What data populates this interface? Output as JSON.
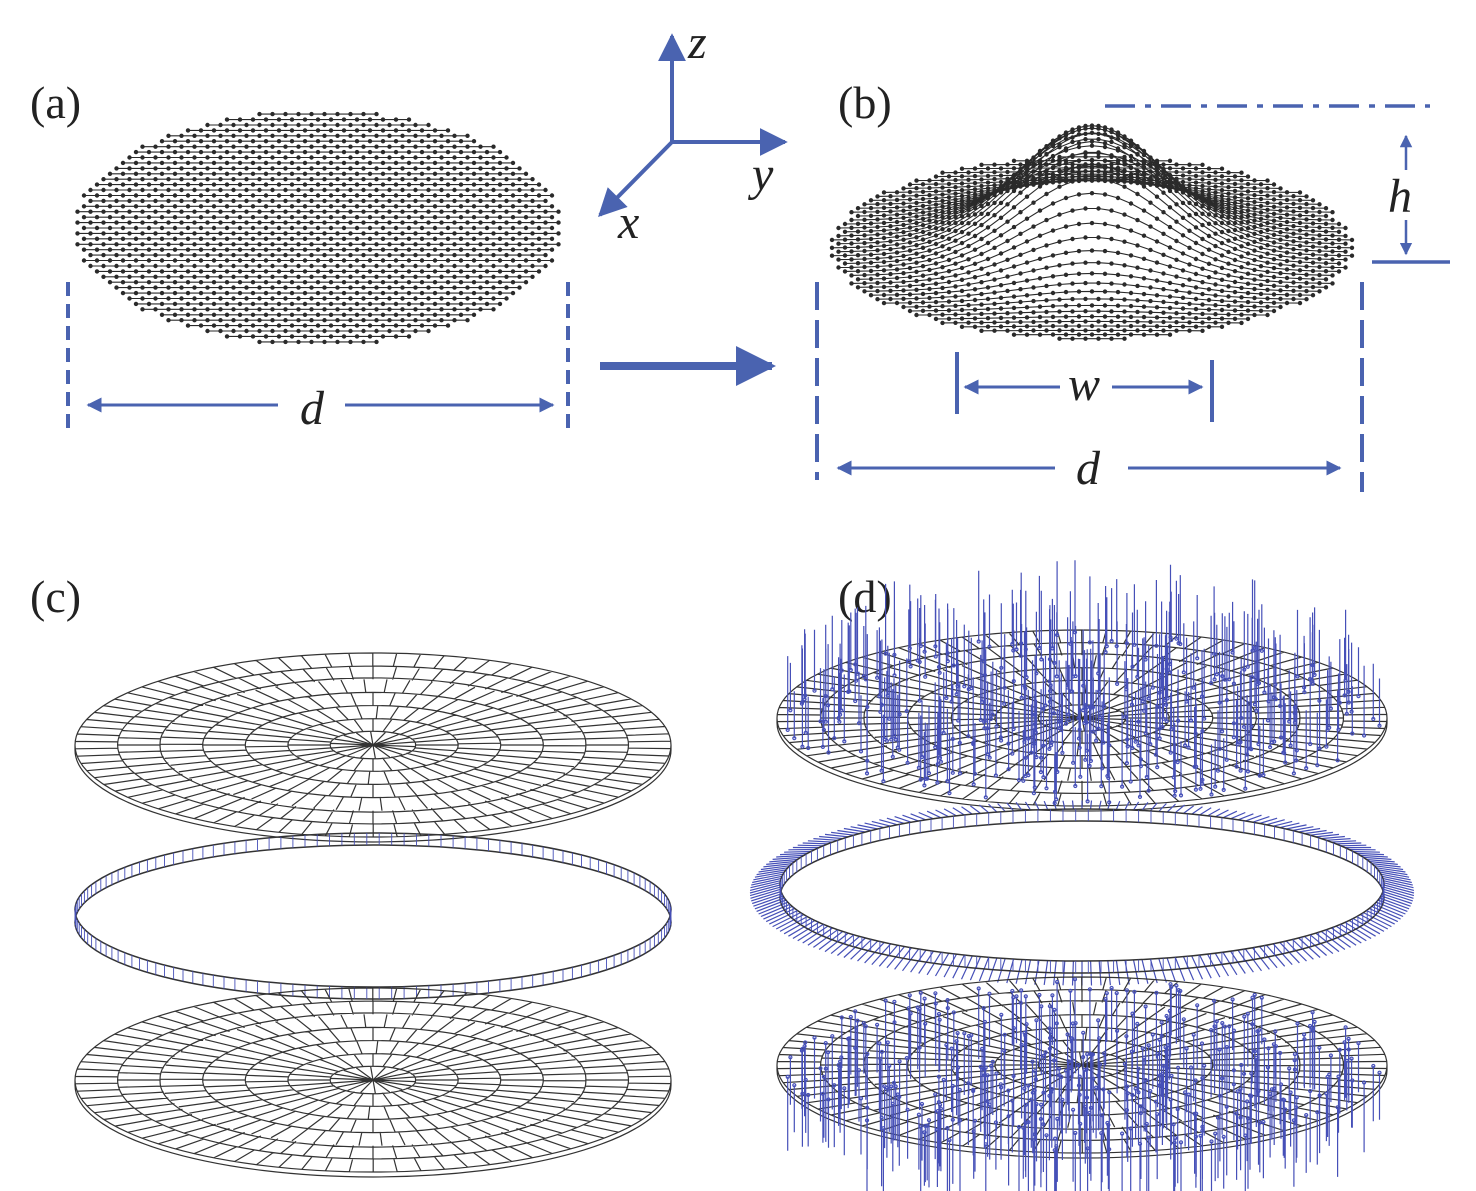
{
  "panels": {
    "a": "(a)",
    "b": "(b)",
    "c": "(c)",
    "d": "(d)"
  },
  "axes": {
    "z": "z",
    "y": "y",
    "x": "x"
  },
  "dimensions": {
    "d_a": "d",
    "d_b": "d",
    "w": "w",
    "h": "h"
  },
  "colors": {
    "accent": "#4a63b0",
    "atoms": "#2a2a2a",
    "mesh": "#333333",
    "vector": "#4650b8"
  }
}
